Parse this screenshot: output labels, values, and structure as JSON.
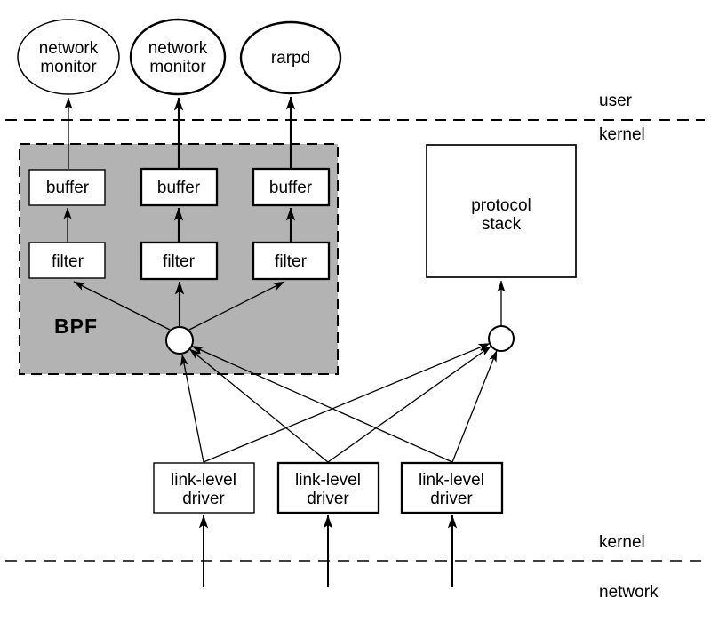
{
  "colors": {
    "bpf_fill": "#b3b3b3",
    "line": "#000000",
    "background": "#ffffff"
  },
  "boundaries": {
    "user_label": "user",
    "kernel_label_top": "kernel",
    "kernel_label_bottom": "kernel",
    "network_label": "network"
  },
  "bpf": {
    "label": "BPF"
  },
  "processes": [
    {
      "line1": "network",
      "line2": "monitor"
    },
    {
      "line1": "network",
      "line2": "monitor"
    },
    {
      "line1": "rarpd"
    }
  ],
  "buffers": [
    {
      "label": "buffer"
    },
    {
      "label": "buffer"
    },
    {
      "label": "buffer"
    }
  ],
  "filters": [
    {
      "label": "filter"
    },
    {
      "label": "filter"
    },
    {
      "label": "filter"
    }
  ],
  "protocol_stack": {
    "line1": "protocol",
    "line2": "stack"
  },
  "drivers": [
    {
      "line1": "link-level",
      "line2": "driver"
    },
    {
      "line1": "link-level",
      "line2": "driver"
    },
    {
      "line1": "link-level",
      "line2": "driver"
    }
  ]
}
